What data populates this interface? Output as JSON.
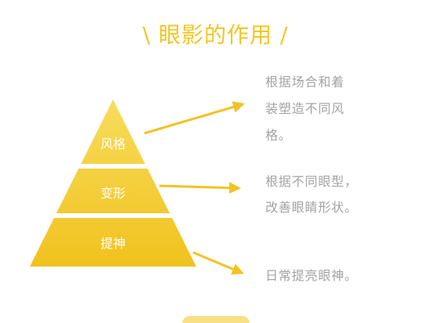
{
  "title": "\\ 眼影的作用 /",
  "colors": {
    "accent": "#f3c623",
    "text_gray": "#a3a3a3",
    "pyramid_top": "#f8dc5c",
    "pyramid_bottom": "#f0c21e"
  },
  "pyramid": {
    "layers": [
      {
        "label": "风格"
      },
      {
        "label": "变形"
      },
      {
        "label": "提神"
      }
    ]
  },
  "descriptions": [
    {
      "lines": [
        "根据场合和着",
        "装塑造不同风",
        "格。"
      ]
    },
    {
      "lines": [
        "根据不同眼型，",
        "改善眼睛形状。"
      ]
    },
    {
      "lines": [
        "日常提亮眼神。"
      ]
    }
  ]
}
